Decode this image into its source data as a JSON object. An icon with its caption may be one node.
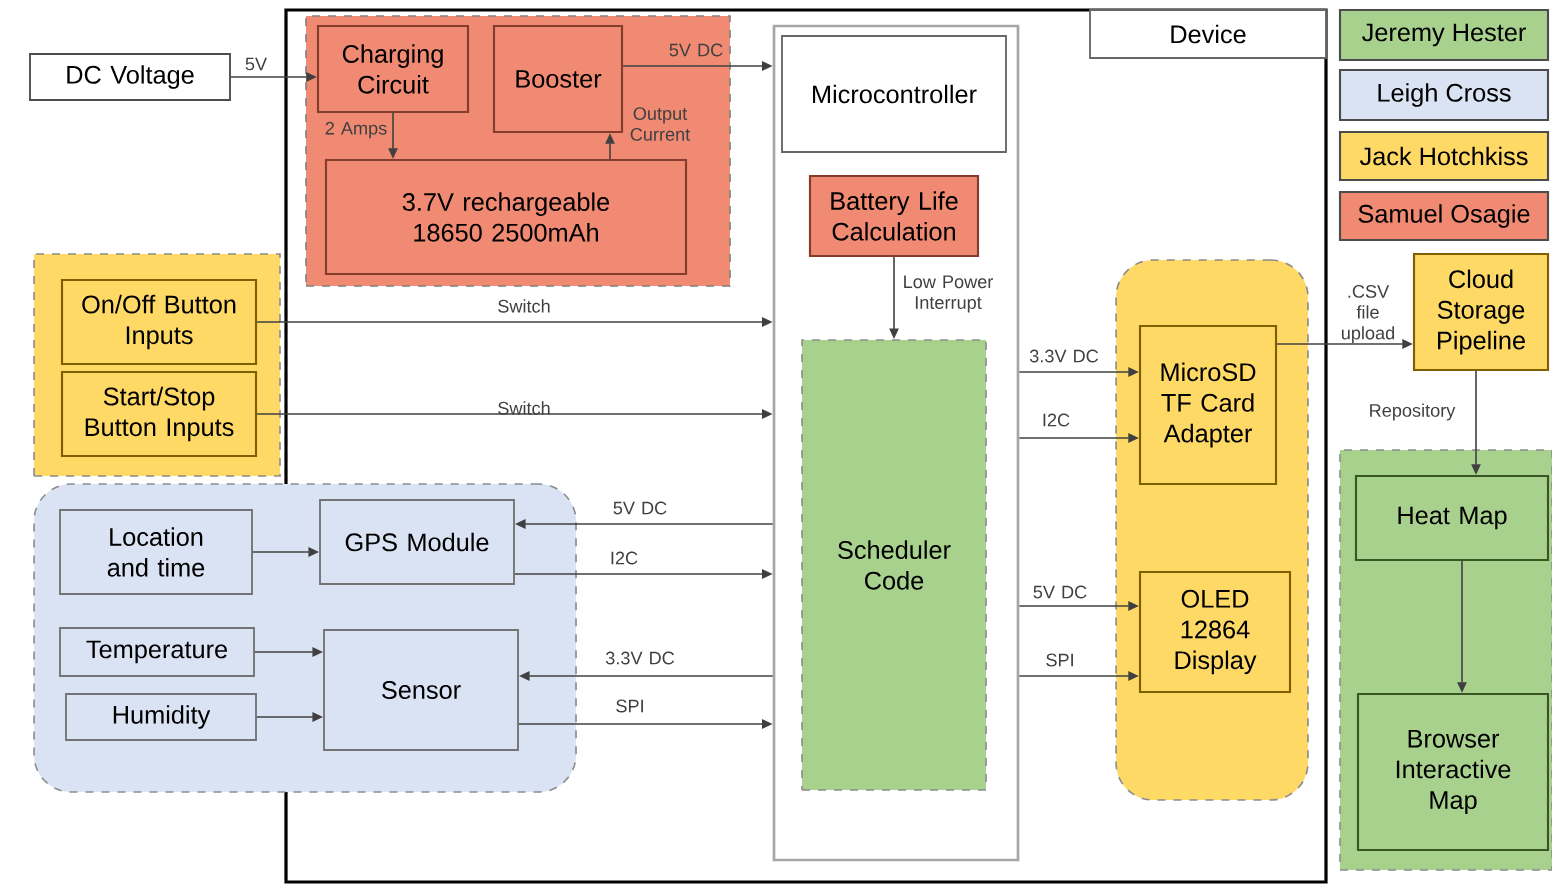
{
  "diagram": {
    "nodes": [
      {
        "text": [
          "DC Voltage"
        ]
      },
      {
        "text": [
          "Device"
        ]
      },
      {
        "text": [],
        "shape": "box",
        "in": 1
      },
      {
        "text": [
          "Charging Circuit"
        ],
        "in": 2
      },
      {
        "text": [
          "Booster"
        ],
        "in": 2
      },
      {
        "text": [
          "3.7V rechargeable 18650 2500mAh"
        ],
        "in": 2
      },
      {
        "text": [
          "Microcontroller"
        ],
        "in": 1
      },
      {
        "text": [
          "Battery Life Calculation"
        ],
        "in": 6
      },
      {
        "text": [
          "Scheduler Code"
        ],
        "in": 6
      },
      {
        "text": [],
        "shape": "box"
      },
      {
        "text": [
          "On/Off Button Inputs"
        ],
        "in": 9
      },
      {
        "text": [
          "Start/Stop Button Inputs"
        ],
        "in": 9
      },
      {
        "text": [],
        "shape": "box"
      },
      {
        "text": [
          "Location and time"
        ],
        "in": 12
      },
      {
        "text": [
          "Temperature"
        ],
        "in": 12
      },
      {
        "text": [
          "Humidity"
        ],
        "in": 12
      },
      {
        "text": [
          "GPS Module"
        ]
      },
      {
        "text": [
          "Sensor"
        ]
      },
      {
        "text": [],
        "shape": "box",
        "in": 1
      },
      {
        "text": [
          "MicroSD TF Card Adapter"
        ],
        "in": 18
      },
      {
        "text": [
          "OLED 12864 Display"
        ],
        "in": 18
      },
      {
        "text": [
          "Cloud Storage Pipeline"
        ]
      },
      {
        "text": [],
        "shape": "box"
      },
      {
        "text": [
          "Heat Map"
        ],
        "in": 22
      },
      {
        "text": [
          "Browser Interactive Map"
        ],
        "in": 22
      }
    ],
    "edges": [
      {
        "from": 0,
        "to": 3,
        "arrow": "to",
        "label": "5V"
      },
      {
        "from": 3,
        "to": 5,
        "arrow": "to",
        "label": "2 Amps"
      },
      {
        "from": 5,
        "to": 4,
        "arrow": "to",
        "label": "Output Current"
      },
      {
        "from": 4,
        "to": 6,
        "arrow": "to",
        "label": "5V DC"
      },
      {
        "from": 7,
        "to": 8,
        "arrow": "to",
        "label": "Low Power Interrupt"
      },
      {
        "from": 10,
        "to": 6,
        "arrow": "to",
        "label": "Switch"
      },
      {
        "from": 11,
        "to": 6,
        "arrow": "to",
        "label": "Switch"
      },
      {
        "from": 13,
        "to": 16,
        "arrow": "to"
      },
      {
        "from": 14,
        "to": 17,
        "arrow": "to"
      },
      {
        "from": 15,
        "to": 17,
        "arrow": "to"
      },
      {
        "from": 6,
        "to": 16,
        "arrow": "to",
        "label": "5V DC"
      },
      {
        "from": 16,
        "to": 6,
        "arrow": "to",
        "label": "I2C"
      },
      {
        "from": 6,
        "to": 17,
        "arrow": "to",
        "label": "3.3V DC"
      },
      {
        "from": 17,
        "to": 6,
        "arrow": "to",
        "label": "SPI"
      },
      {
        "from": 6,
        "to": 19,
        "arrow": "to",
        "label": "3.3V DC"
      },
      {
        "from": 6,
        "to": 19,
        "arrow": "to",
        "label": "I2C"
      },
      {
        "from": 6,
        "to": 20,
        "arrow": "to",
        "label": "5V DC"
      },
      {
        "from": 6,
        "to": 20,
        "arrow": "to",
        "label": "SPI"
      },
      {
        "from": 19,
        "to": 21,
        "arrow": "to",
        "label": ".CSV file upload"
      },
      {
        "from": 21,
        "to": 23,
        "arrow": "to",
        "label": "Repository"
      },
      {
        "from": 23,
        "to": 24,
        "arrow": "to"
      }
    ],
    "legend": [
      {
        "text": "Jeremy Hester",
        "color": "#a9d18e"
      },
      {
        "text": "Leigh Cross",
        "color": "#dae3f3"
      },
      {
        "text": "Jack Hotchkiss",
        "color": "#ffd966"
      },
      {
        "text": "Samuel Osagie",
        "color": "#f08a73"
      }
    ]
  }
}
